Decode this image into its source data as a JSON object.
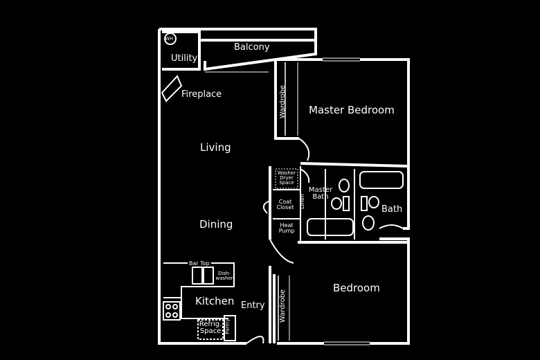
{
  "rooms": {
    "wh": "WH",
    "utility": "Utility",
    "balcony": "Balcony",
    "fireplace": "Fireplace",
    "living": "Living",
    "dining": "Dining",
    "kitchen": "Kitchen",
    "entry": "Entry",
    "master_bedroom": "Master Bedroom",
    "bedroom": "Bedroom",
    "master_bath_line1": "Master",
    "master_bath_line2": "Bath",
    "bath": "Bath",
    "washer_line1": "Washer",
    "washer_line2": "Dryer",
    "washer_line3": "Space",
    "coat_closet_line1": "Coat",
    "coat_closet_line2": "Closet",
    "linen": "Linen",
    "heat_pump_line1": "Heat",
    "heat_pump_line2": "Pump",
    "wardrobe_master": "Wardrobe",
    "wardrobe_bedroom": "Wardrobe",
    "bar_top": "Bar Top",
    "dishwasher_line1": "Dish-",
    "dishwasher_line2": "washer",
    "refrig_line1": "Refrig.",
    "refrig_line2": "Space",
    "pantry": "Pantry"
  },
  "colors": {
    "background": "#000000",
    "wall": "#ffffff"
  }
}
